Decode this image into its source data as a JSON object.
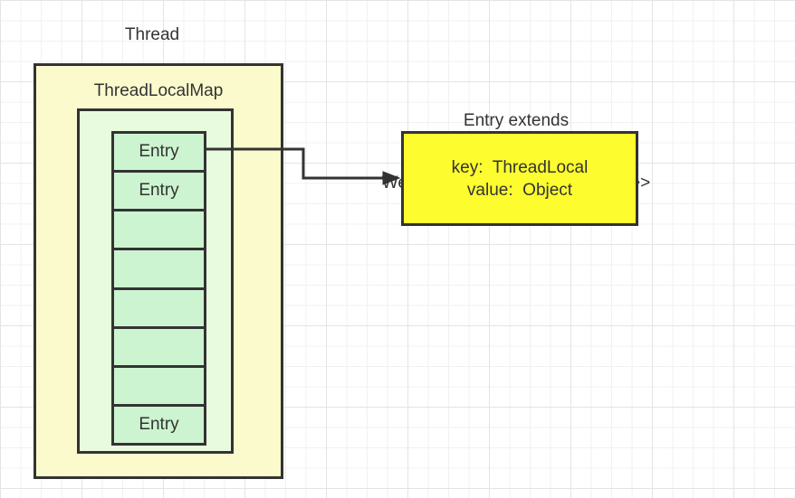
{
  "labels": {
    "thread": "Thread",
    "map_title": "ThreadLocalMap",
    "caption_line1": "Entry extends",
    "caption_line2": "WeakReference<ThreadLocal<?>>"
  },
  "map": {
    "cells": [
      "Entry",
      "Entry",
      "",
      "",
      "",
      "",
      "",
      "Entry"
    ]
  },
  "entry_box": {
    "line1": "key:  ThreadLocal",
    "line2": "value:  Object"
  },
  "colors": {
    "stroke": "#333333",
    "text": "#333333",
    "outer_box_fill": "#fbfacd",
    "inner_box_fill": "#e8fbdf",
    "cell_fill": "#ccf4d0",
    "entry_box_fill": "#fcfc2f",
    "canvas_bg": "#ffffff",
    "grid_minor": "#f1f1f1",
    "grid_major": "#e4e4e4"
  }
}
